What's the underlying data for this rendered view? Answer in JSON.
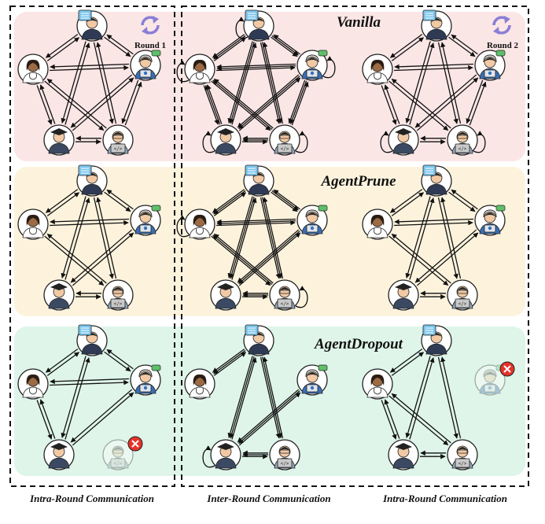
{
  "rows": [
    {
      "title": "Vanilla",
      "color": "#fbe6e6",
      "mode": "full"
    },
    {
      "title": "AgentPrune",
      "color": "#fdf3dd",
      "mode": "prune"
    },
    {
      "title": "AgentDropout",
      "color": "#dff5ea",
      "mode": "dropout"
    }
  ],
  "round_labels": {
    "round1": "Round 1",
    "round2": "Round 2"
  },
  "captions": {
    "intra_left": "Intra-Round Communication",
    "inter": "Inter-Round Communication",
    "intra_right": "Intra-Round Communication"
  },
  "agents": [
    {
      "id": "analyst",
      "icon": "analyst-with-speech-bubble-icon"
    },
    {
      "id": "support",
      "icon": "support-agent-headset-icon"
    },
    {
      "id": "programmer",
      "icon": "programmer-laptop-icon"
    },
    {
      "id": "graduate",
      "icon": "graduate-cap-icon"
    },
    {
      "id": "doctor",
      "icon": "female-doctor-icon"
    }
  ],
  "dropped_marker_icon": "dropped-agent-x-icon",
  "colors": {
    "arrow": "#111111",
    "border": "#111111",
    "refresh": "#8a7fd6",
    "drop": "#e5332a"
  }
}
